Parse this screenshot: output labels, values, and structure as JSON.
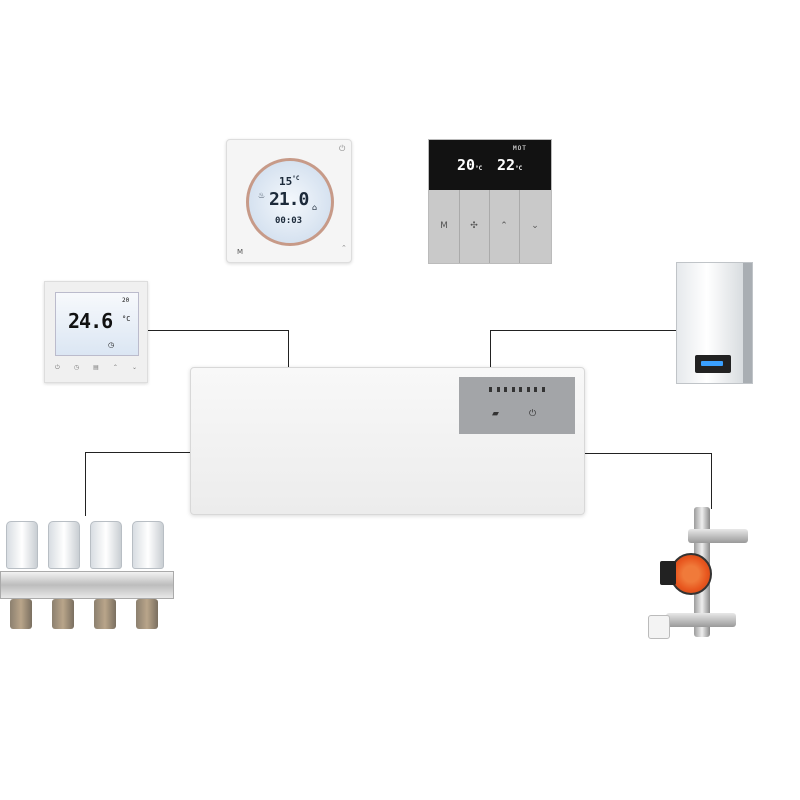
{
  "round_thermostat": {
    "setpoint": "15",
    "unit": "°C",
    "temperature": "21.0",
    "time": "00:03",
    "mode_label": "M"
  },
  "black_thermostat": {
    "left_temp": "20",
    "right_temp": "22",
    "unit": "°C",
    "top_text": "MOT",
    "mode_button": "M",
    "fan_button": "fan-icon",
    "up_button": "chevron-up-icon",
    "down_button": "chevron-down-icon"
  },
  "square_thermostat": {
    "temperature": "24.6",
    "unit": "°C",
    "setpoint": "20"
  },
  "controller": {
    "led_count": 8
  },
  "colors": {
    "line": "#222222",
    "lcd_blue": "#dbe6f3",
    "device_white": "#f4f4f4",
    "pump_orange": "#e8561e",
    "brass": "#b9a58a"
  }
}
